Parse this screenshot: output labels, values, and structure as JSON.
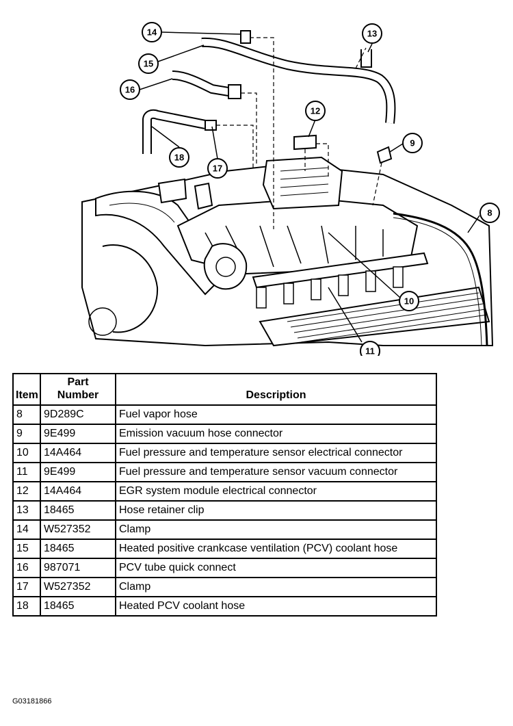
{
  "figure_id": "G03181866",
  "callouts": [
    "8",
    "9",
    "10",
    "11",
    "12",
    "13",
    "14",
    "15",
    "16",
    "17",
    "18"
  ],
  "table": {
    "headers": {
      "item": "Item",
      "part_number": "Part\nNumber",
      "description": "Description"
    },
    "rows": [
      {
        "item": "8",
        "part_number": "9D289C",
        "description": "Fuel vapor hose"
      },
      {
        "item": "9",
        "part_number": "9E499",
        "description": "Emission vacuum hose connector"
      },
      {
        "item": "10",
        "part_number": "14A464",
        "description": "Fuel pressure and temperature sensor electrical connector"
      },
      {
        "item": "11",
        "part_number": "9E499",
        "description": "Fuel pressure and temperature sensor vacuum connector"
      },
      {
        "item": "12",
        "part_number": "14A464",
        "description": "EGR system module electrical connector"
      },
      {
        "item": "13",
        "part_number": "18465",
        "description": "Hose retainer clip"
      },
      {
        "item": "14",
        "part_number": "W527352",
        "description": "Clamp"
      },
      {
        "item": "15",
        "part_number": "18465",
        "description": "Heated positive crankcase ventilation (PCV) coolant hose"
      },
      {
        "item": "16",
        "part_number": "987071",
        "description": "PCV tube quick connect"
      },
      {
        "item": "17",
        "part_number": "W527352",
        "description": "Clamp"
      },
      {
        "item": "18",
        "part_number": "18465",
        "description": "Heated PCV coolant hose"
      }
    ]
  }
}
